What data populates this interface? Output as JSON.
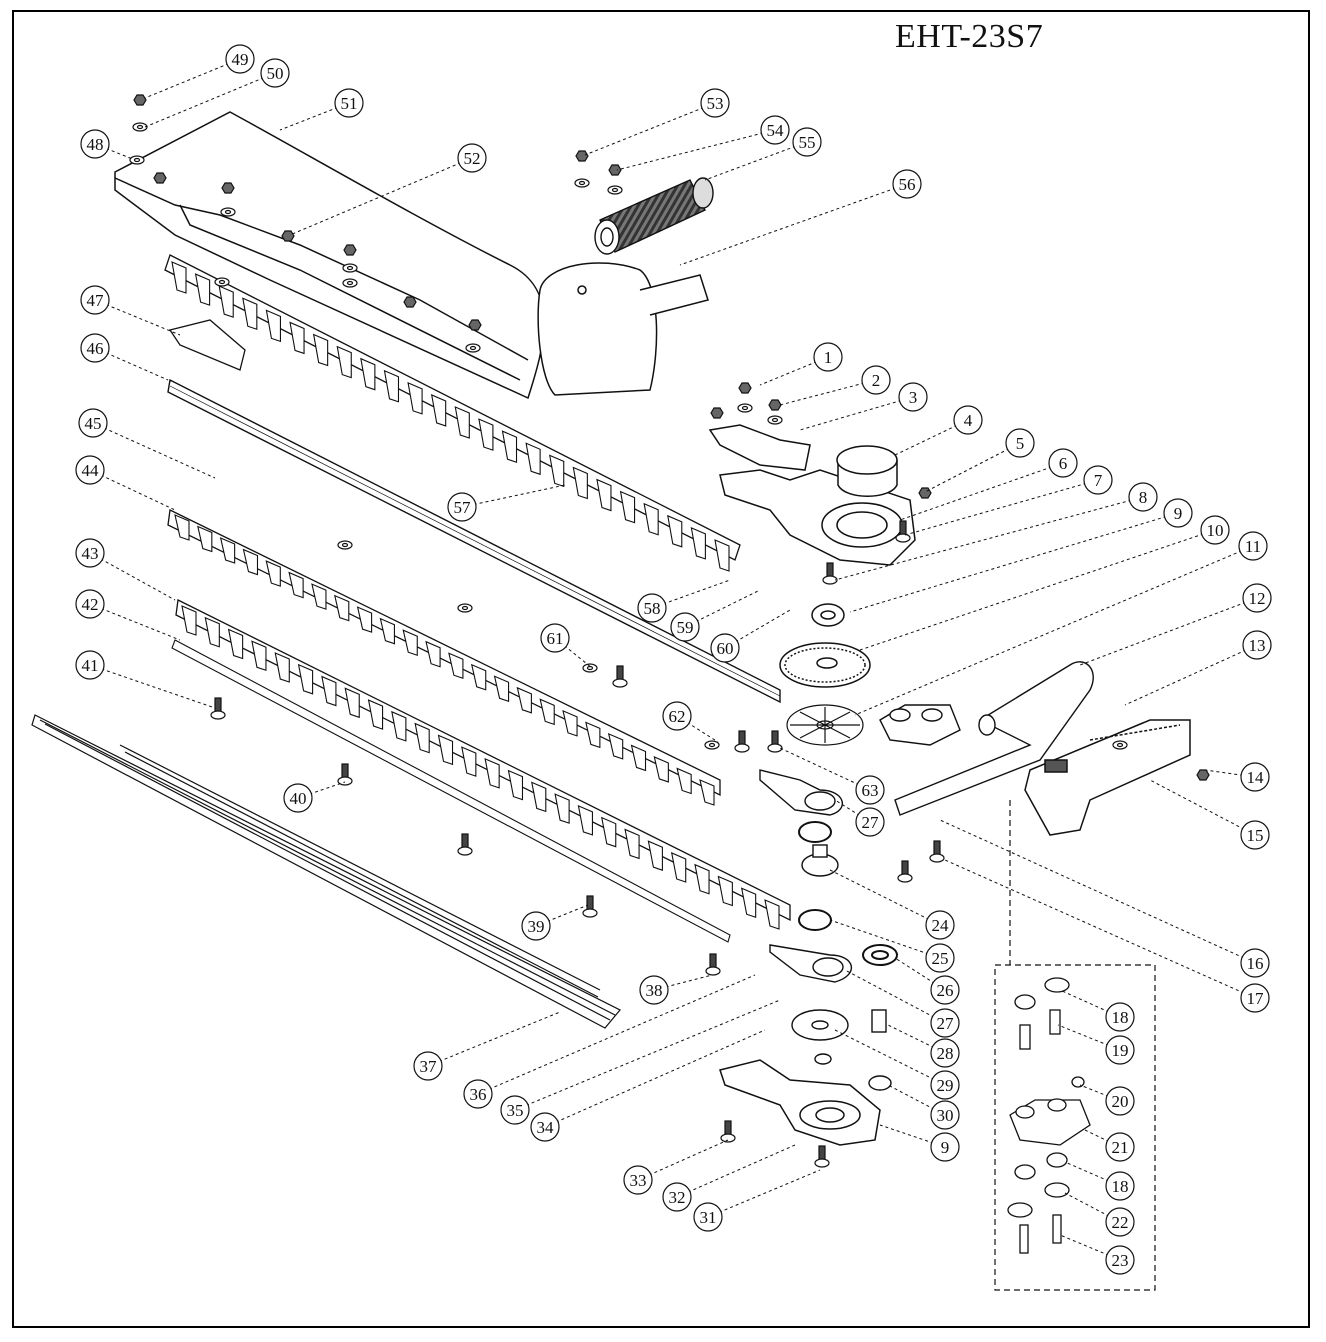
{
  "model": "EHT-23S7",
  "callouts": [
    {
      "n": "1"
    },
    {
      "n": "2"
    },
    {
      "n": "3"
    },
    {
      "n": "4"
    },
    {
      "n": "5"
    },
    {
      "n": "6"
    },
    {
      "n": "7"
    },
    {
      "n": "8"
    },
    {
      "n": "9"
    },
    {
      "n": "10"
    },
    {
      "n": "11"
    },
    {
      "n": "12"
    },
    {
      "n": "13"
    },
    {
      "n": "14"
    },
    {
      "n": "15"
    },
    {
      "n": "16"
    },
    {
      "n": "17"
    },
    {
      "n": "18"
    },
    {
      "n": "19"
    },
    {
      "n": "20"
    },
    {
      "n": "21"
    },
    {
      "n": "18"
    },
    {
      "n": "22"
    },
    {
      "n": "23"
    },
    {
      "n": "24"
    },
    {
      "n": "25"
    },
    {
      "n": "26"
    },
    {
      "n": "27"
    },
    {
      "n": "27"
    },
    {
      "n": "28"
    },
    {
      "n": "29"
    },
    {
      "n": "30"
    },
    {
      "n": "9"
    },
    {
      "n": "31"
    },
    {
      "n": "32"
    },
    {
      "n": "33"
    },
    {
      "n": "34"
    },
    {
      "n": "35"
    },
    {
      "n": "36"
    },
    {
      "n": "37"
    },
    {
      "n": "38"
    },
    {
      "n": "39"
    },
    {
      "n": "40"
    },
    {
      "n": "41"
    },
    {
      "n": "42"
    },
    {
      "n": "43"
    },
    {
      "n": "44"
    },
    {
      "n": "45"
    },
    {
      "n": "46"
    },
    {
      "n": "47"
    },
    {
      "n": "48"
    },
    {
      "n": "49"
    },
    {
      "n": "50"
    },
    {
      "n": "51"
    },
    {
      "n": "52"
    },
    {
      "n": "53"
    },
    {
      "n": "54"
    },
    {
      "n": "55"
    },
    {
      "n": "56"
    },
    {
      "n": "57"
    },
    {
      "n": "58"
    },
    {
      "n": "59"
    },
    {
      "n": "60"
    },
    {
      "n": "61"
    },
    {
      "n": "62"
    },
    {
      "n": "63"
    }
  ]
}
